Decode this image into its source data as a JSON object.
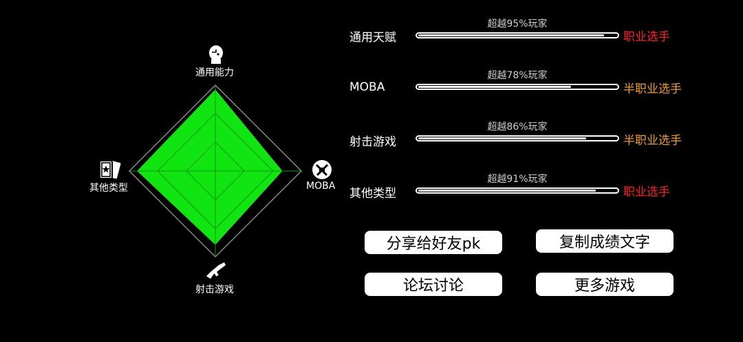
{
  "colors": {
    "fill": "#11e511",
    "pro": "#ff2020",
    "semi": "#f0a020"
  },
  "radar": {
    "labels": {
      "top": "通用能力",
      "right": "MOBA",
      "bottom": "射击游戏",
      "left": "其他类型"
    },
    "values": {
      "top": 0.95,
      "right": 0.78,
      "bottom": 0.86,
      "left": 0.91
    },
    "icons": {
      "top": "player-head-icon",
      "right": "moba-crossed-swords-icon",
      "bottom": "gun-icon",
      "left": "cards-icon"
    }
  },
  "rows": [
    {
      "label": "通用天赋",
      "sub": "超越95%玩家",
      "percent": 95,
      "level": "职业选手",
      "tier": "pro"
    },
    {
      "label": "MOBA",
      "sub": "超越78%玩家",
      "percent": 78,
      "level": "半职业选手",
      "tier": "semi"
    },
    {
      "label": "射击游戏",
      "sub": "超越86%玩家",
      "percent": 86,
      "level": "半职业选手",
      "tier": "semi"
    },
    {
      "label": "其他类型",
      "sub": "超越91%玩家",
      "percent": 91,
      "level": "职业选手",
      "tier": "pro"
    }
  ],
  "buttons": {
    "share": "分享给好友pk",
    "copy": "复制成绩文字",
    "forum": "论坛讨论",
    "more": "更多游戏"
  }
}
